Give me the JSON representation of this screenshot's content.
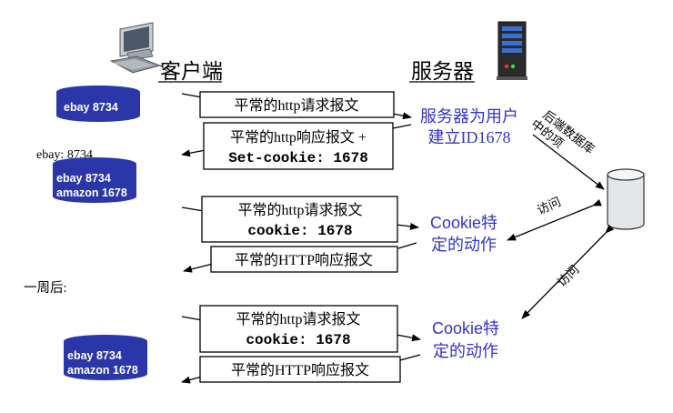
{
  "labels": {
    "client": "客户端",
    "server": "服务器",
    "backend_db": [
      "后端数据库",
      "中的项"
    ],
    "one_week_later": "一周后:",
    "ebay_file_label": "ebay: 8734"
  },
  "cookie_files": {
    "file1": [
      "ebay 8734"
    ],
    "file2": [
      "ebay 8734",
      "amazon 1678"
    ],
    "file3": [
      "ebay 8734",
      "amazon 1678"
    ]
  },
  "messages": {
    "m1": [
      "平常的http请求报文"
    ],
    "m2": [
      "平常的http响应报文 +",
      "Set-cookie: 1678"
    ],
    "m3": [
      "平常的http请求报文",
      "cookie: 1678"
    ],
    "m4": [
      "平常的HTTP响应报文"
    ],
    "m5": [
      "平常的http请求报文",
      "cookie: 1678"
    ],
    "m6": [
      "平常的HTTP响应报文"
    ]
  },
  "server_notes": {
    "create_id": [
      "服务器为用户",
      "建立ID1678"
    ],
    "action1": [
      "Cookie特",
      "定的动作"
    ],
    "action2": [
      "Cookie特",
      "定的动作"
    ]
  },
  "access_labels": [
    "访问",
    "访问"
  ],
  "colors": {
    "cylinder_fill": "#2b36a8",
    "server_note_text": "#3333cc",
    "line": "#000000"
  },
  "icons": [
    "desktop-computer-icon",
    "server-tower-icon",
    "database-cylinder-icon"
  ]
}
